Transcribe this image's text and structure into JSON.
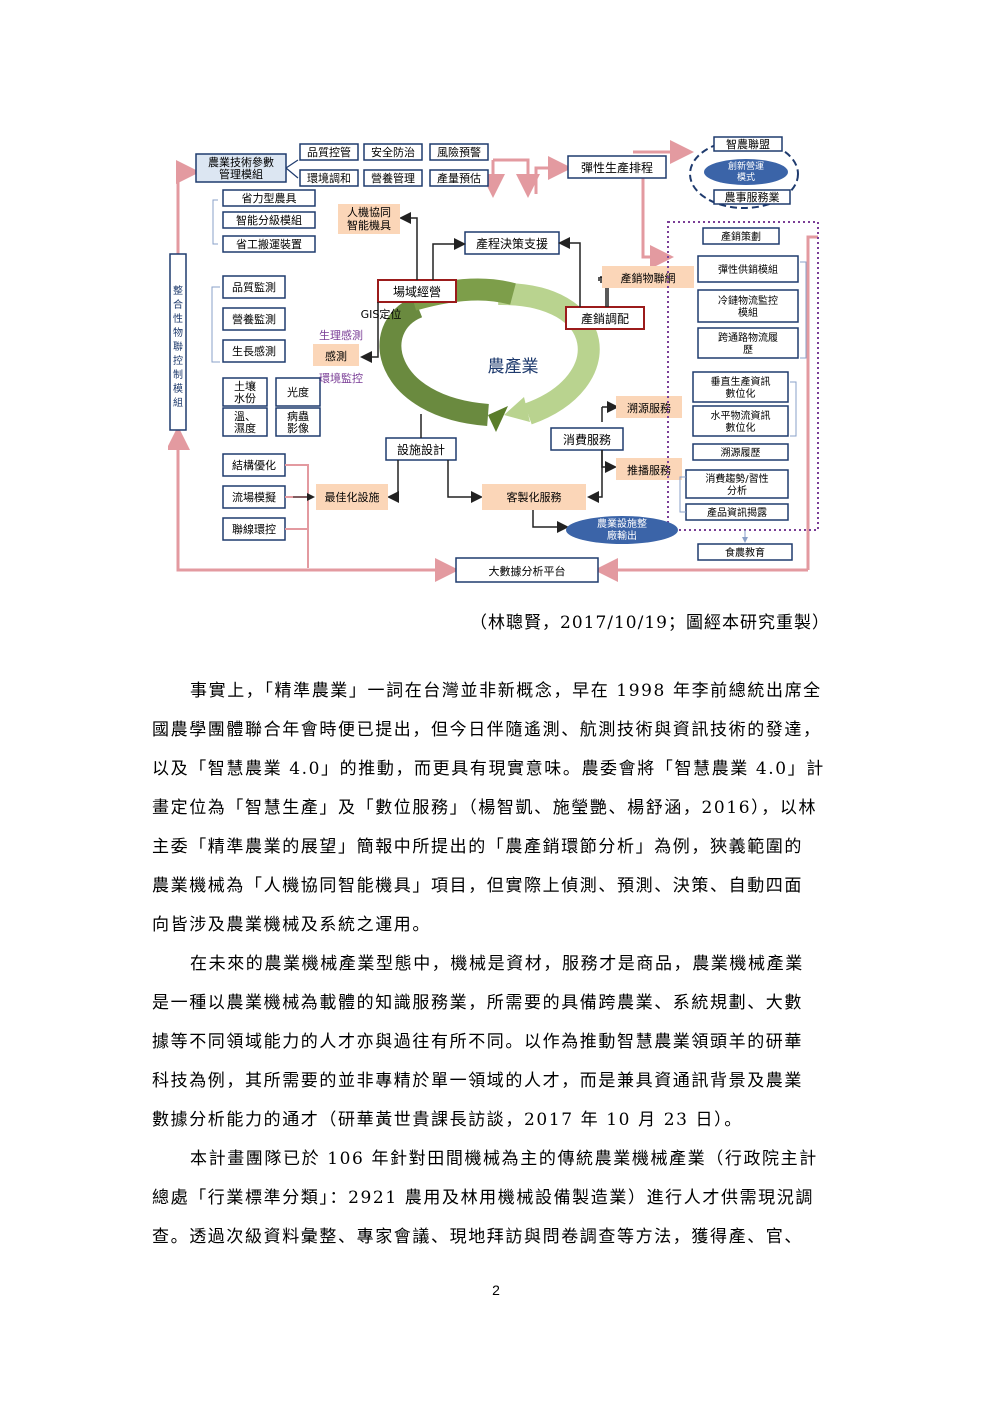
{
  "diagram": {
    "top_boxes": [
      "品質控管",
      "安全防治",
      "風險預警",
      "環境調和",
      "營養管理",
      "產量預估"
    ],
    "left_top_box": [
      "農業技術參數",
      "管理模組"
    ],
    "left_top_items": [
      "省力型農具",
      "智能分級模組",
      "省工搬運裝置"
    ],
    "left_vertical": "整合性物聯控制模組",
    "left_sensors": [
      "品質監測",
      "營養監測",
      "生長感測"
    ],
    "left_grid": [
      [
        "土壤",
        "水份"
      ],
      [
        "光度"
      ],
      [
        "溫、",
        "濕度"
      ],
      [
        "病蟲",
        "影像"
      ]
    ],
    "left_bottom": [
      "結構優化",
      "流場模擬",
      "聯線環控"
    ],
    "center": "農產業",
    "core_boxes": {
      "farm": "場域經營",
      "decision": "產程決策支援",
      "sales_adjust": "產銷調配",
      "facility": "設施設計",
      "consumer": "消費服務"
    },
    "labels": {
      "robot": [
        "人機協同",
        "智能機具"
      ],
      "gis": "GIS定位",
      "physio": "生理感測",
      "sense": "感測",
      "env": "環境監控",
      "network": "產銷物聯網",
      "trace": "溯源服務",
      "push": "推播服務",
      "optimal": "最佳化設施",
      "custom": "客製化服務"
    },
    "flex": "彈性生產排程",
    "alliance": [
      "智農聯盟",
      "創新營運",
      "模式",
      "農事服務業"
    ],
    "right_items": [
      [
        "產銷策劃"
      ],
      [
        "彈性供銷模組"
      ],
      [
        "冷鏈物流監控",
        "模組"
      ],
      [
        "跨通路物流履",
        "歷"
      ],
      [
        "垂直生產資訊",
        "數位化"
      ],
      [
        "水平物流資訊",
        "數位化"
      ],
      [
        "溯源履歷"
      ],
      [
        "消費趨勢/習性",
        "分析"
      ],
      [
        "產品資訊揭露"
      ]
    ],
    "export": [
      "農業設施整",
      "廠輸出"
    ],
    "food_edu": "食農教育",
    "bigdata": "大數據分析平台"
  },
  "caption": "（林聰賢，2017/10/19；圖經本研究重製）",
  "paragraphs": [
    [
      "事實上，「精準農業」一詞在台灣並非新概念，早在 1998 年李前總統出席全",
      "國農學團體聯合年會時便已提出，但今日伴隨遙測、航測技術與資訊技術的發達，",
      "以及「智慧農業 4.0」的推動，而更具有現實意味。農委會將「智慧農業 4.0」計",
      "畫定位為「智慧生產」及「數位服務」（楊智凱、施瑩艷、楊舒涵，2016），以林",
      "主委「精準農業的展望」簡報中所提出的「農產銷環節分析」為例，狹義範圍的",
      "農業機械為「人機協同智能機具」項目，但實際上偵測、預測、決策、自動四面",
      "向皆涉及農業機械及系統之運用。"
    ],
    [
      "在未來的農業機械產業型態中，機械是資材，服務才是商品，農業機械產業",
      "是一種以農業機械為載體的知識服務業，所需要的具備跨農業、系統規劃、大數",
      "據等不同領域能力的人才亦與過往有所不同。以作為推動智慧農業領頭羊的研華",
      "科技為例，其所需要的並非專精於單一領域的人才，而是兼具資通訊背景及農業",
      "數據分析能力的通才（研華黃世貴課長訪談，2017 年 10 月 23 日）。"
    ],
    [
      "本計畫團隊已於 106 年針對田間機械為主的傳統農業機械產業（行政院主計",
      "總處「行業標準分類」：2921 農用及林用機械設備製造業）進行人才供需現況調",
      "查。透過次級資料彙整、專家會議、現地拜訪與問卷調查等方法，獲得產、官、"
    ]
  ],
  "page_number": "2",
  "colors": {
    "box_border": "#1f3b6e",
    "arrow_pink": "#e39aa0",
    "label_fill": "#fbd6b8",
    "red_border": "#9b1b1b",
    "ring_dark": "#5a7d2a",
    "ring_light": "#b9d38f",
    "oval_blue": "#3b64a8",
    "dotted_purple": "#7a3d96"
  }
}
